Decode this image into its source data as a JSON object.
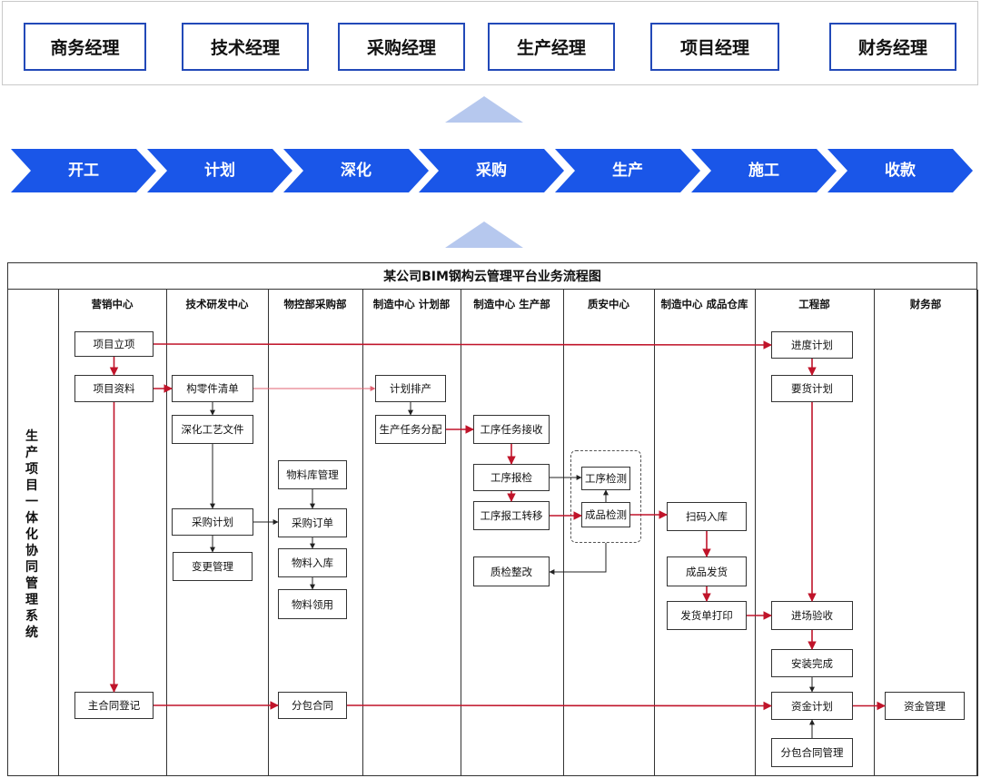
{
  "roles": [
    "商务经理",
    "技术经理",
    "采购经理",
    "生产经理",
    "项目经理",
    "财务经理"
  ],
  "stages": [
    "开工",
    "计划",
    "深化",
    "采购",
    "生产",
    "施工",
    "收款"
  ],
  "colors": {
    "stage_blue": "#1a56e8",
    "role_border": "#2249b8",
    "arrow_red": "#c0142a",
    "triangle": "#b6c8ee"
  },
  "flowchart": {
    "title": "某公司BIM钢构云管理平台业务流程图",
    "side_title": "生产项目一体化协同管理系统",
    "lanes": [
      "营销中心",
      "技术研发中心",
      "物控部采购部",
      "制造中心 计划部",
      "制造中心 生产部",
      "质安中心",
      "制造中心 成品仓库",
      "工程部",
      "财务部"
    ],
    "nodes": {
      "xmlx": "项目立项",
      "xmzl": "项目资料",
      "zhtdj": "主合同登记",
      "gjqd": "构零件清单",
      "shgywj": "深化工艺文件",
      "cgjh": "采购计划",
      "bggl": "变更管理",
      "wlkgl": "物料库管理",
      "cgdd": "采购订单",
      "wlrk": "物料入库",
      "wlly": "物料领用",
      "fbht": "分包合同",
      "jhpc": "计划排产",
      "scrwfp": "生产任务分配",
      "gxrwjs": "工序任务接收",
      "gxbj": "工序报检",
      "gxbgzy": "工序报工转移",
      "zjzg": "质检整改",
      "gxjc": "工序检测",
      "cpjc": "成品检测",
      "smrk": "扫码入库",
      "cpfh": "成品发货",
      "fhddy": "发货单打印",
      "jdjh": "进度计划",
      "yhjh": "要货计划",
      "jcys": "进场验收",
      "azwc": "安装完成",
      "zjjh": "资金计划",
      "fbhtgl": "分包合同管理",
      "zjgl": "资金管理"
    }
  }
}
